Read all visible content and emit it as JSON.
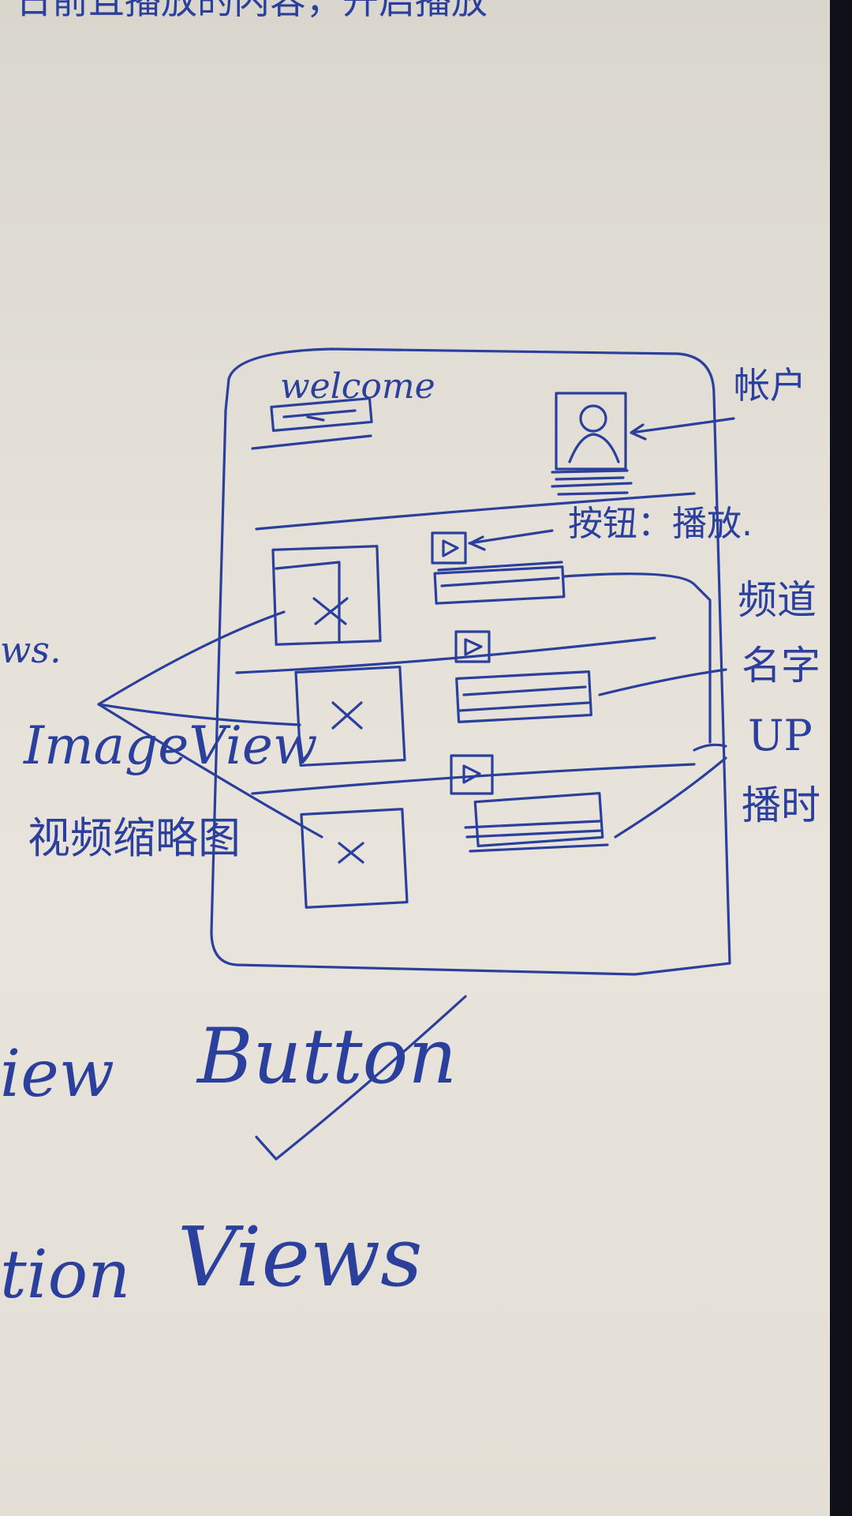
{
  "sketch": {
    "top_fragment": "日前且播放的内容，开启播放",
    "welcome": "welcome",
    "avatar_note": "帐户",
    "play_button_note": "按钮：播放.",
    "right_labels": [
      "频道",
      "名字",
      "UP",
      "播时"
    ],
    "left_fragment": "ws.",
    "image_view_label": "ImageView",
    "thumbnail_label": "视频缩略图",
    "bottom_view": "iew",
    "bottom_button": "Button",
    "bottom_fragment": "tion",
    "bottom_views": "Views"
  },
  "colors": {
    "paper": "#e5e1d9",
    "ink": "#2b3f9c",
    "edge": "#0e1218"
  }
}
